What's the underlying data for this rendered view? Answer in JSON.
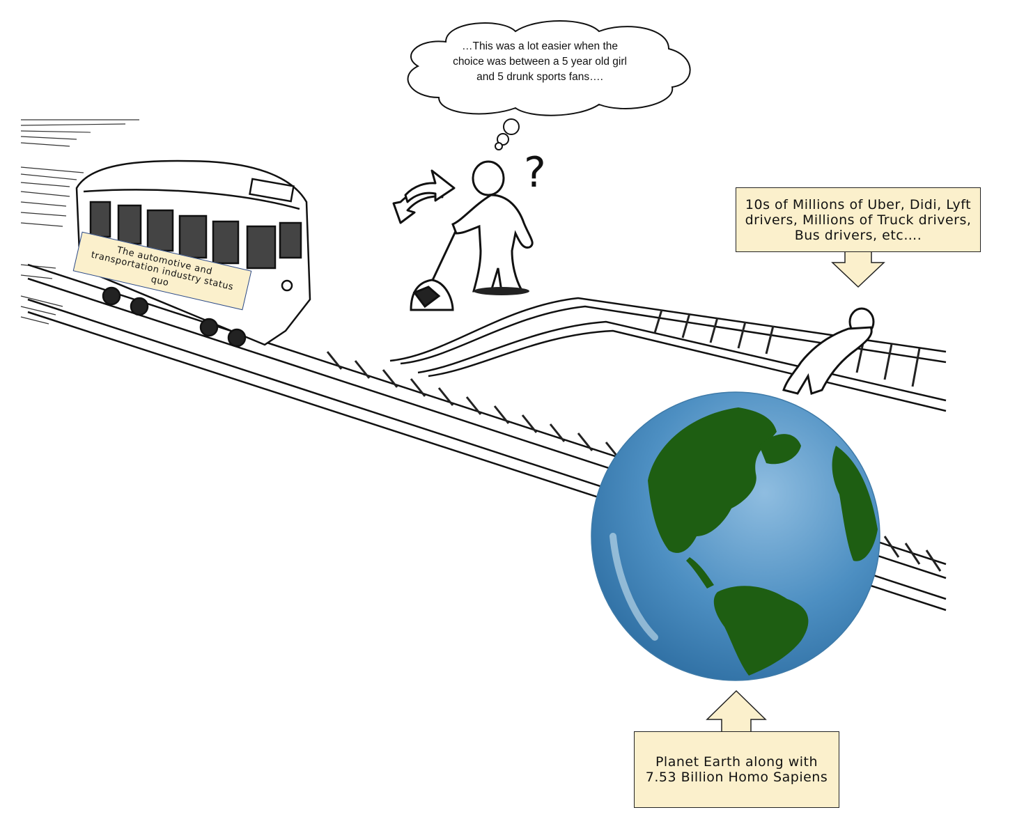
{
  "thought_bubble": {
    "text": "…This was a lot easier when the choice was between a 5 year old girl and 5 drunk sports fans…."
  },
  "labels": {
    "trolley": "The automotive and transportation industry status quo",
    "drivers": "10s of Millions of Uber, Didi, Lyft drivers, Millions of Truck drivers, Bus drivers, etc….",
    "earth": "Planet Earth along with 7.53 Billion Homo Sapiens"
  },
  "colors": {
    "label_fill": "#fbf0cc",
    "ocean": "#4a8fc4",
    "land": "#1e5e12",
    "ink": "#111111"
  },
  "icons": [
    "question-mark-icon",
    "switch-arrows-icon",
    "lever-icon"
  ]
}
